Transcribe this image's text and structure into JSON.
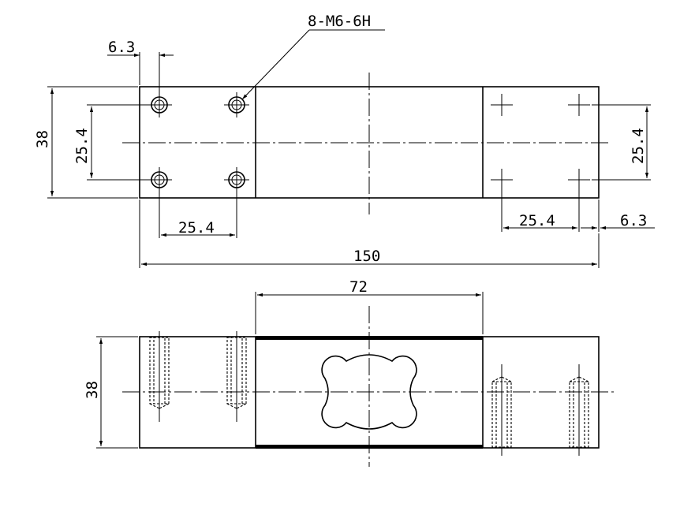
{
  "callout": {
    "thread": "8-M6-6H"
  },
  "top_view": {
    "edge_offset": "6.3",
    "height": "38",
    "hole_spacing_v_left": "25.4",
    "hole_spacing_h_left": "25.4",
    "hole_spacing_v_right": "25.4",
    "hole_spacing_h_right": "25.4",
    "edge_offset_right": "6.3",
    "length": "150"
  },
  "front_view": {
    "gauge_width": "72",
    "height": "38"
  }
}
